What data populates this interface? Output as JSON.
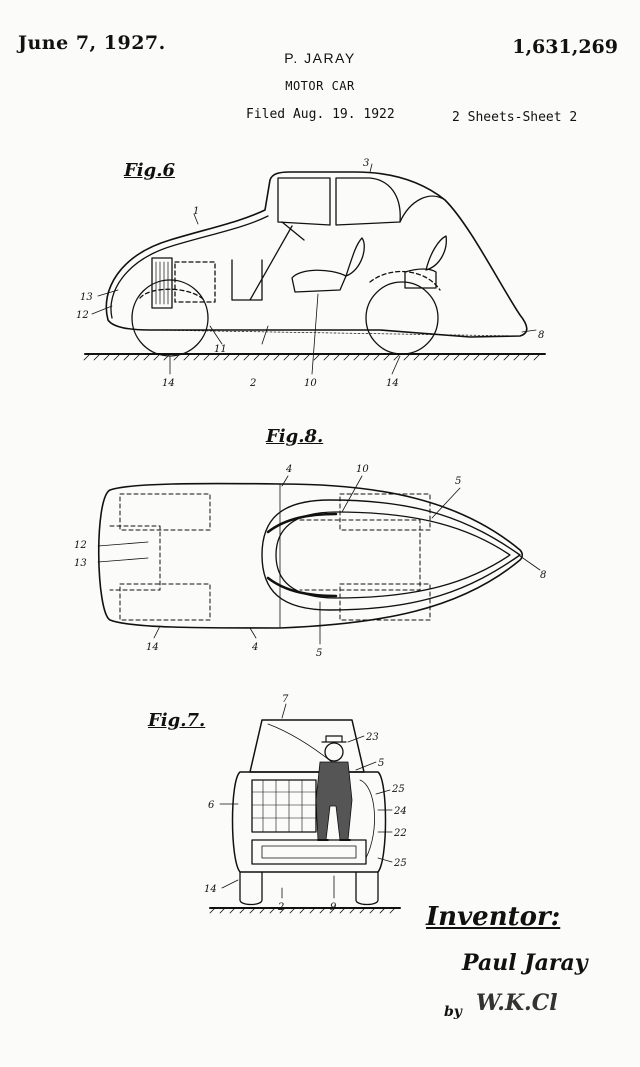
{
  "header": {
    "date": "June 7, 1927.",
    "patent_number": "1,631,269",
    "inventor": "P. JARAY",
    "title": "MOTOR CAR",
    "filed": "Filed Aug. 19. 1922",
    "sheets": "2 Sheets-Sheet 2"
  },
  "figures": {
    "fig6": {
      "label": "Fig.6",
      "numerals": [
        "3",
        "1",
        "13",
        "12",
        "11",
        "2",
        "10",
        "14",
        "14",
        "8"
      ]
    },
    "fig8": {
      "label": "Fig.8.",
      "numerals": [
        "4",
        "10",
        "5",
        "12",
        "13",
        "8",
        "14",
        "4",
        "5"
      ]
    },
    "fig7": {
      "label": "Fig.7.",
      "numerals": [
        "7",
        "23",
        "5",
        "25",
        "6",
        "24",
        "22",
        "25",
        "14",
        "2",
        "9"
      ]
    }
  },
  "signature": {
    "heading": "Inventor:",
    "name": "Paul Jaray",
    "by": "by",
    "attorney": "W.K.Cl"
  }
}
